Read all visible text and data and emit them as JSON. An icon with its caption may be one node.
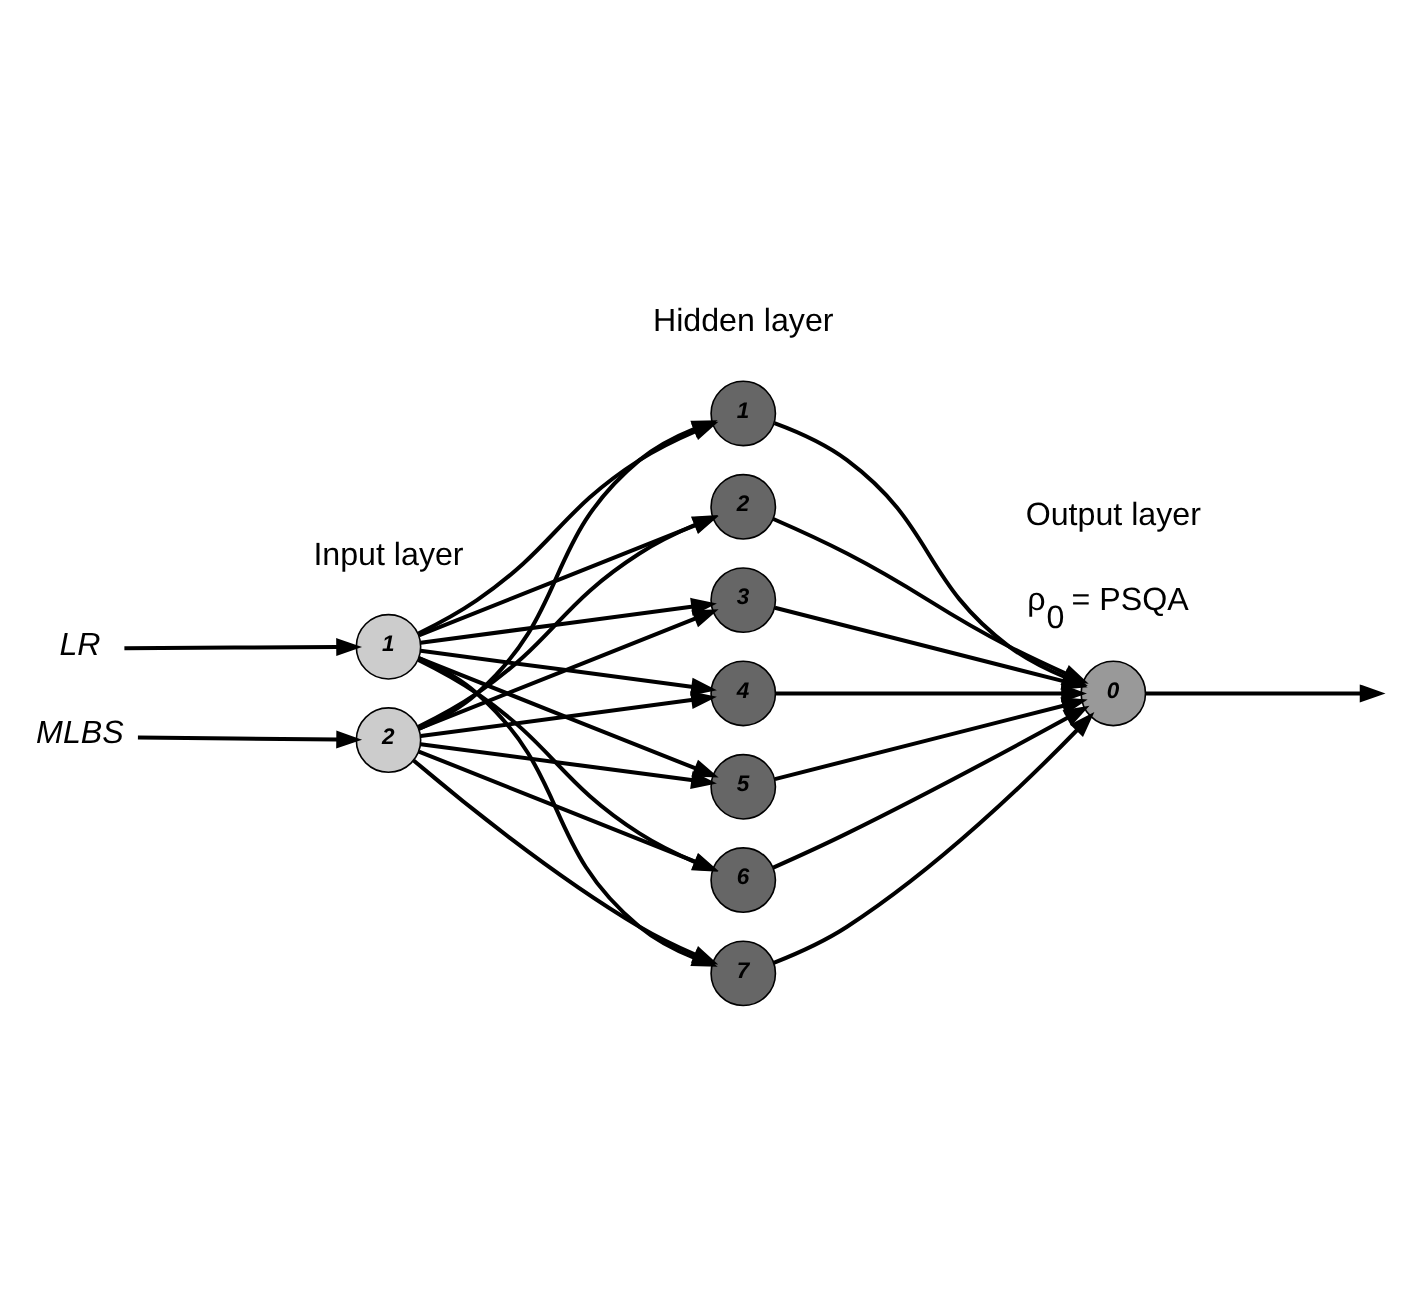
{
  "diagram": {
    "nodes": [
      {
        "text": [
          "LR"
        ]
      },
      {
        "text": [
          "MLBS"
        ]
      },
      {
        "text": [
          "1"
        ]
      },
      {
        "text": [
          "2"
        ]
      },
      {
        "text": [
          "1"
        ]
      },
      {
        "text": [
          "2"
        ]
      },
      {
        "text": [
          "3"
        ]
      },
      {
        "text": [
          "4"
        ]
      },
      {
        "text": [
          "5"
        ]
      },
      {
        "text": [
          "6"
        ]
      },
      {
        "text": [
          "7"
        ]
      },
      {
        "text": [
          "0"
        ],
        "beside": [
          "ρ$_{0}$ = PSQA"
        ]
      }
    ],
    "edges": [
      {
        "from": 0,
        "to": 2,
        "arrow": "to"
      },
      {
        "from": 1,
        "to": 3,
        "arrow": "to"
      },
      {
        "from": 2,
        "to": 4,
        "arrow": "to"
      },
      {
        "from": 2,
        "to": 5,
        "arrow": "to"
      },
      {
        "from": 2,
        "to": 6,
        "arrow": "to"
      },
      {
        "from": 2,
        "to": 7,
        "arrow": "to"
      },
      {
        "from": 2,
        "to": 8,
        "arrow": "to"
      },
      {
        "from": 2,
        "to": 9,
        "arrow": "to"
      },
      {
        "from": 2,
        "to": 10,
        "arrow": "to"
      },
      {
        "from": 3,
        "to": 4,
        "arrow": "to"
      },
      {
        "from": 3,
        "to": 5,
        "arrow": "to"
      },
      {
        "from": 3,
        "to": 6,
        "arrow": "to"
      },
      {
        "from": 3,
        "to": 7,
        "arrow": "to"
      },
      {
        "from": 3,
        "to": 8,
        "arrow": "to"
      },
      {
        "from": 3,
        "to": 9,
        "arrow": "to"
      },
      {
        "from": 3,
        "to": 10,
        "arrow": "to"
      },
      {
        "from": 4,
        "to": 11,
        "arrow": "to"
      },
      {
        "from": 5,
        "to": 11,
        "arrow": "to"
      },
      {
        "from": 6,
        "to": 11,
        "arrow": "to"
      },
      {
        "from": 7,
        "to": 11,
        "arrow": "to"
      },
      {
        "from": 8,
        "to": 11,
        "arrow": "to"
      },
      {
        "from": 9,
        "to": 11,
        "arrow": "to"
      },
      {
        "from": 10,
        "to": 11,
        "arrow": "to"
      },
      {
        "from": 11,
        "to": null,
        "arrow": "to"
      }
    ],
    "labels": [
      "Input layer",
      "Hidden layer",
      "Output layer"
    ]
  }
}
